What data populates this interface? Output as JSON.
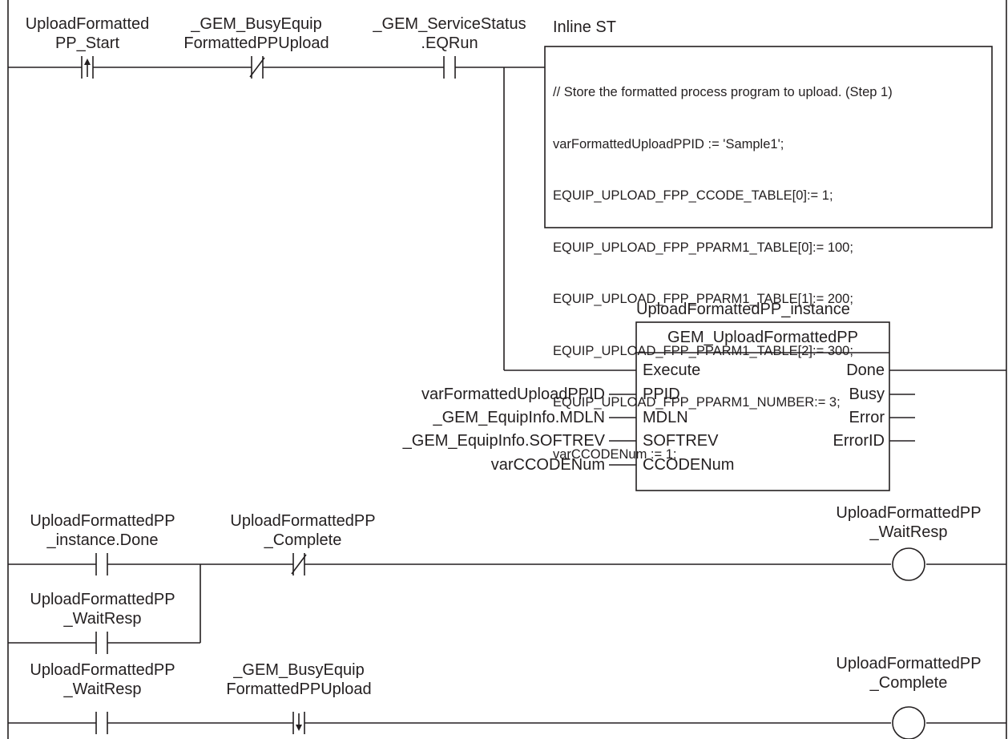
{
  "rung1": {
    "contact1": [
      "UploadFormatted",
      "PP_Start"
    ],
    "contact2": [
      "_GEM_BusyEquip",
      "FormattedPPUpload"
    ],
    "contact3": [
      "_GEM_ServiceStatus",
      ".EQRun"
    ],
    "inline_st_title": "Inline ST",
    "inline_st_code": [
      "// Store the formatted process program to upload. (Step 1)",
      "varFormattedUploadPPID := 'Sample1';",
      "EQUIP_UPLOAD_FPP_CCODE_TABLE[0]:= 1;",
      "EQUIP_UPLOAD_FPP_PPARM1_TABLE[0]:= 100;",
      "EQUIP_UPLOAD_FPP_PPARM1_TABLE[1]:= 200;",
      "EQUIP_UPLOAD_FPP_PPARM1_TABLE[2]:= 300;",
      "EQUIP_UPLOAD_FPP_PPARM1_NUMBER:= 3;",
      "varCCODENum := 1;"
    ],
    "fb": {
      "instance": "UploadFormattedPP_instance",
      "type": "GEM_UploadFormattedPP",
      "inputs": [
        "Execute",
        "PPID",
        "MDLN",
        "SOFTREV",
        "CCODENum"
      ],
      "outputs": [
        "Done",
        "Busy",
        "Error",
        "ErrorID"
      ],
      "input_vars": [
        "varFormattedUploadPPID",
        "_GEM_EquipInfo.MDLN",
        "_GEM_EquipInfo.SOFTREV",
        "varCCODENum"
      ]
    }
  },
  "rung2": {
    "contact1": [
      "UploadFormattedPP",
      "_instance.Done"
    ],
    "contact2": [
      "UploadFormattedPP",
      "_Complete"
    ],
    "contact_branch": [
      "UploadFormattedPP",
      "_WaitResp"
    ],
    "coil": [
      "UploadFormattedPP",
      "_WaitResp"
    ]
  },
  "rung3": {
    "contact1": [
      "UploadFormattedPP",
      "_WaitResp"
    ],
    "contact2": [
      "_GEM_BusyEquip",
      "FormattedPPUpload"
    ],
    "coil": [
      "UploadFormattedPP",
      "_Complete"
    ]
  }
}
